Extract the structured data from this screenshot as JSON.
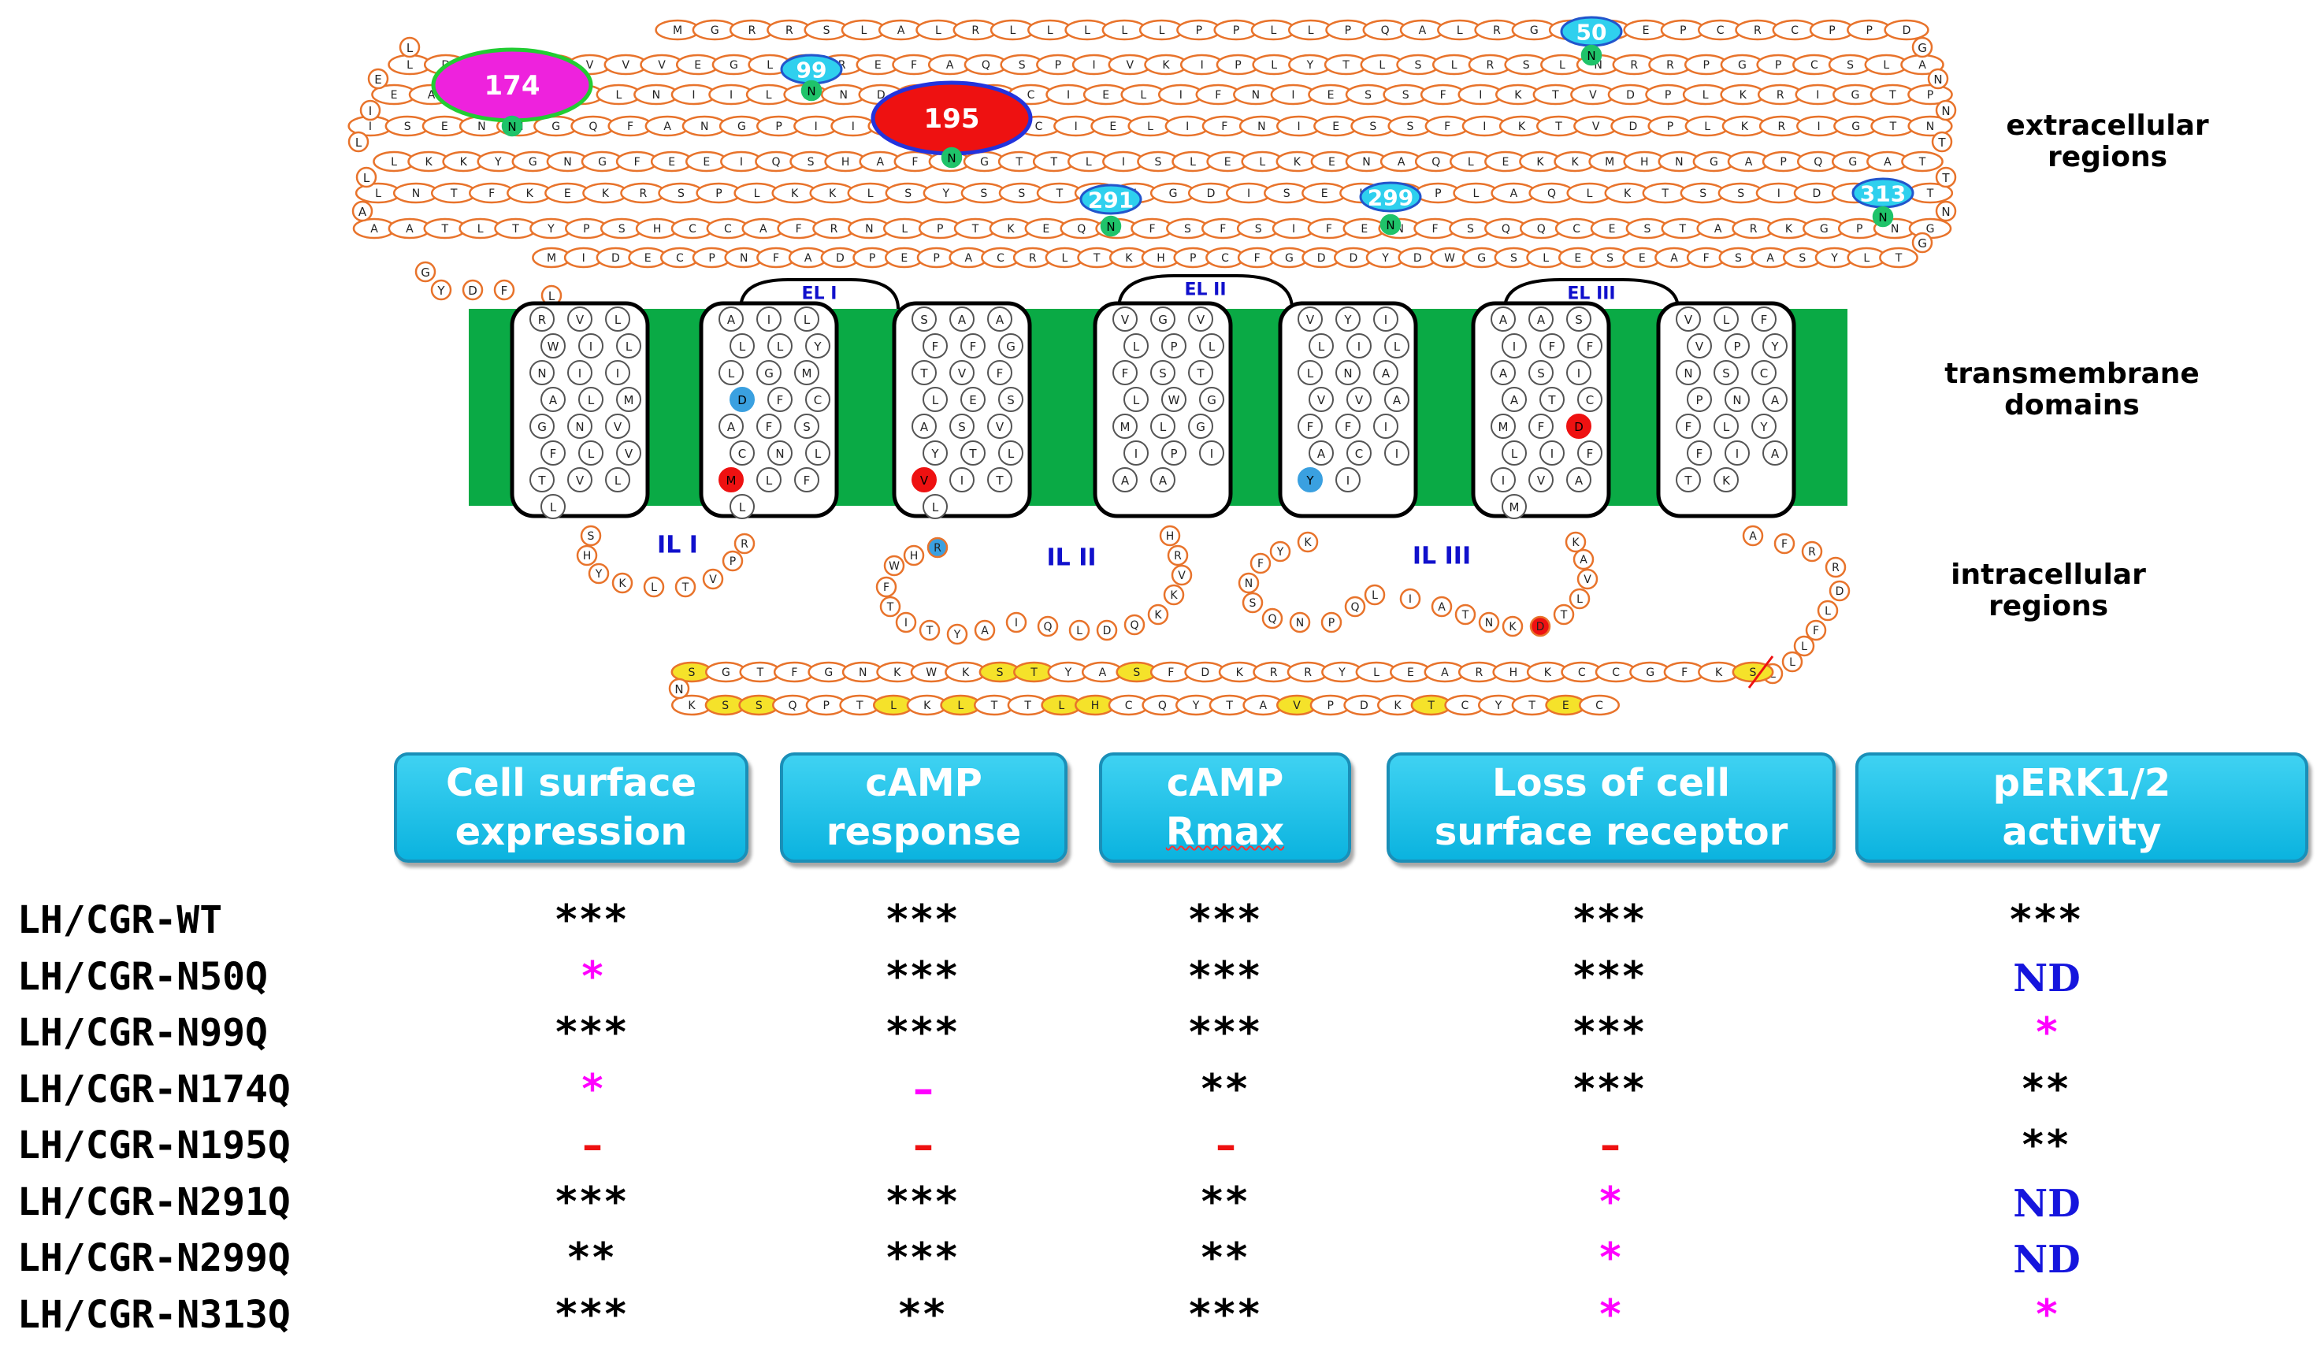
{
  "regions": {
    "extracellular": [
      "extracellular",
      "regions"
    ],
    "transmembrane": [
      "transmembrane",
      "domains"
    ],
    "intracellular": [
      "intracellular",
      "regions"
    ]
  },
  "loops": {
    "el1": "EL I",
    "el2": "EL II",
    "el3": "EL III",
    "il1": "IL I",
    "il2": "IL II",
    "il3": "IL III"
  },
  "glyco_sites": [
    "50",
    "99",
    "174",
    "195",
    "291",
    "299",
    "313"
  ],
  "sequence": {
    "ecd_rows": [
      "MGRRSLALRLLLLLPPLLPQALRGAPEPCRCPPD",
      "LDEIKVVVEGLGREFAQSPIVKIPLYTLSLRSLNRRPGPCSLA",
      "EAFDNLLNIILLNDTNDCIELIFNIESSFIKTVDPLKRIGTP",
      "ISENMGQFANGPIIVQNDCIELIFNIESSFIKTVDPLKRIGTN",
      "LKKYGNGFEEIQSHAFNGTTLISLELKENAQLEKKMHNGAPQGAT",
      "LNTFKEKRSPLKKLSYSSTAIGDISELGPLAQLKTSSIDLIT",
      "AATLTYPSHCCAFRNLPTKEQNFSFSIFENFSQQCESTARKGPNG",
      "MIDECPNFADPEPACRLTKHPCFGDDYDWGSLESEAFSASYLT",
      "GYDF"
    ],
    "tm": [
      [
        "R",
        "V",
        "L",
        "W",
        "I",
        "L",
        "N",
        "I",
        "I",
        "A",
        "L",
        "M",
        "G",
        "N",
        "V",
        "F",
        "L",
        "V",
        "T",
        "V",
        "L",
        "L"
      ],
      [
        "A",
        "I",
        "L",
        "L",
        "L",
        "Y",
        "L",
        "G",
        "M",
        "D",
        "F",
        "C",
        "A",
        "F",
        "S",
        "C",
        "N",
        "L",
        "M",
        "L",
        "F",
        "L"
      ],
      [
        "S",
        "A",
        "A",
        "F",
        "F",
        "G",
        "T",
        "V",
        "F",
        "L",
        "E",
        "S",
        "A",
        "S",
        "V",
        "Y",
        "T",
        "L",
        "V",
        "I",
        "T",
        "L"
      ],
      [
        "V",
        "G",
        "V",
        "L",
        "P",
        "L",
        "F",
        "S",
        "T",
        "L",
        "W",
        "G",
        "M",
        "L",
        "G",
        "I",
        "P",
        "I",
        "A",
        "A"
      ],
      [
        "V",
        "Y",
        "I",
        "L",
        "I",
        "L",
        "L",
        "N",
        "A",
        "V",
        "V",
        "A",
        "F",
        "F",
        "I",
        "A",
        "C",
        "I",
        "Y",
        "I"
      ],
      [
        "A",
        "A",
        "S",
        "I",
        "F",
        "F",
        "A",
        "S",
        "I",
        "A",
        "T",
        "C",
        "M",
        "F",
        "D",
        "L",
        "I",
        "F",
        "I",
        "V",
        "A",
        "M"
      ],
      [
        "V",
        "L",
        "F",
        "V",
        "P",
        "Y",
        "N",
        "S",
        "C",
        "P",
        "N",
        "A",
        "F",
        "L",
        "Y",
        "F",
        "I",
        "A",
        "T",
        "K"
      ]
    ],
    "ctail_top": "SGTFGNKWKSTYASFDKRRYLEARHKCCGFKS",
    "ctail_bottom": "KSSQPTLKLTTLHCQYTAVPDKTCYTEC"
  },
  "table": {
    "headers": [
      [
        "Cell surface",
        "expression"
      ],
      [
        "cAMP",
        "response"
      ],
      [
        "cAMP",
        "Rmax"
      ],
      [
        "Loss of cell",
        "surface receptor"
      ],
      [
        "pERK1/2",
        "activity"
      ]
    ],
    "rows": [
      {
        "label": "LH/CGR-WT",
        "cells": [
          "***",
          "***",
          "***",
          "***",
          "***"
        ]
      },
      {
        "label": "LH/CGR-N50Q",
        "cells": [
          "*",
          "***",
          "***",
          "***",
          "ND"
        ]
      },
      {
        "label": "LH/CGR-N99Q",
        "cells": [
          "***",
          "***",
          "***",
          "***",
          "*"
        ]
      },
      {
        "label": "LH/CGR-N174Q",
        "cells": [
          "*",
          "–",
          "**",
          "***",
          "**"
        ]
      },
      {
        "label": "LH/CGR-N195Q",
        "cells": [
          "–",
          "–",
          "–",
          "–",
          "**"
        ]
      },
      {
        "label": "LH/CGR-N291Q",
        "cells": [
          "***",
          "***",
          "**",
          "*",
          "ND"
        ]
      },
      {
        "label": "LH/CGR-N299Q",
        "cells": [
          "**",
          "***",
          "**",
          "*",
          "ND"
        ]
      },
      {
        "label": "LH/CGR-N313Q",
        "cells": [
          "***",
          "**",
          "***",
          "*",
          "*"
        ]
      }
    ]
  },
  "colors": {
    "membrane": "#0aaa45",
    "residue_stroke": "#e8732b",
    "glyco_bubble": "#2fd0ee",
    "magenta": "#ff00ff",
    "red": "#ee1111",
    "nd_blue": "#1515dd"
  }
}
